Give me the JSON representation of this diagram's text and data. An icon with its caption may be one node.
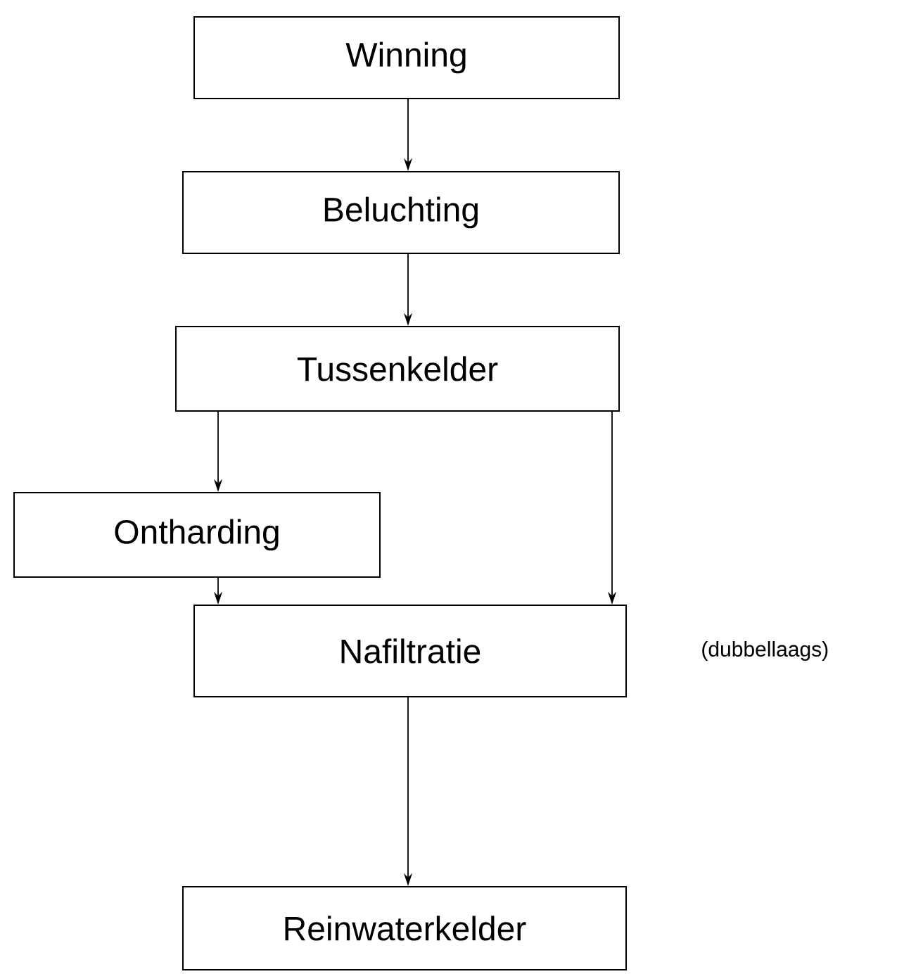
{
  "diagram": {
    "nodes": [
      {
        "text": [
          "Winning"
        ]
      },
      {
        "text": [
          "Beluchting"
        ]
      },
      {
        "text": [
          "Tussenkelder"
        ]
      },
      {
        "text": [
          "Ontharding"
        ]
      },
      {
        "text": [
          "Nafiltratie"
        ],
        "beside": [
          "(dubbellaags)"
        ]
      },
      {
        "text": [
          "Reinwaterkelder"
        ]
      }
    ],
    "edges": [
      {
        "from": 0,
        "to": 1,
        "arrow": "to"
      },
      {
        "from": 1,
        "to": 2,
        "arrow": "to"
      },
      {
        "from": 2,
        "to": 3,
        "arrow": "to"
      },
      {
        "from": 2,
        "to": 4,
        "arrow": "to"
      },
      {
        "from": 3,
        "to": 4,
        "arrow": "to"
      },
      {
        "from": 4,
        "to": 5,
        "arrow": "to"
      }
    ]
  }
}
